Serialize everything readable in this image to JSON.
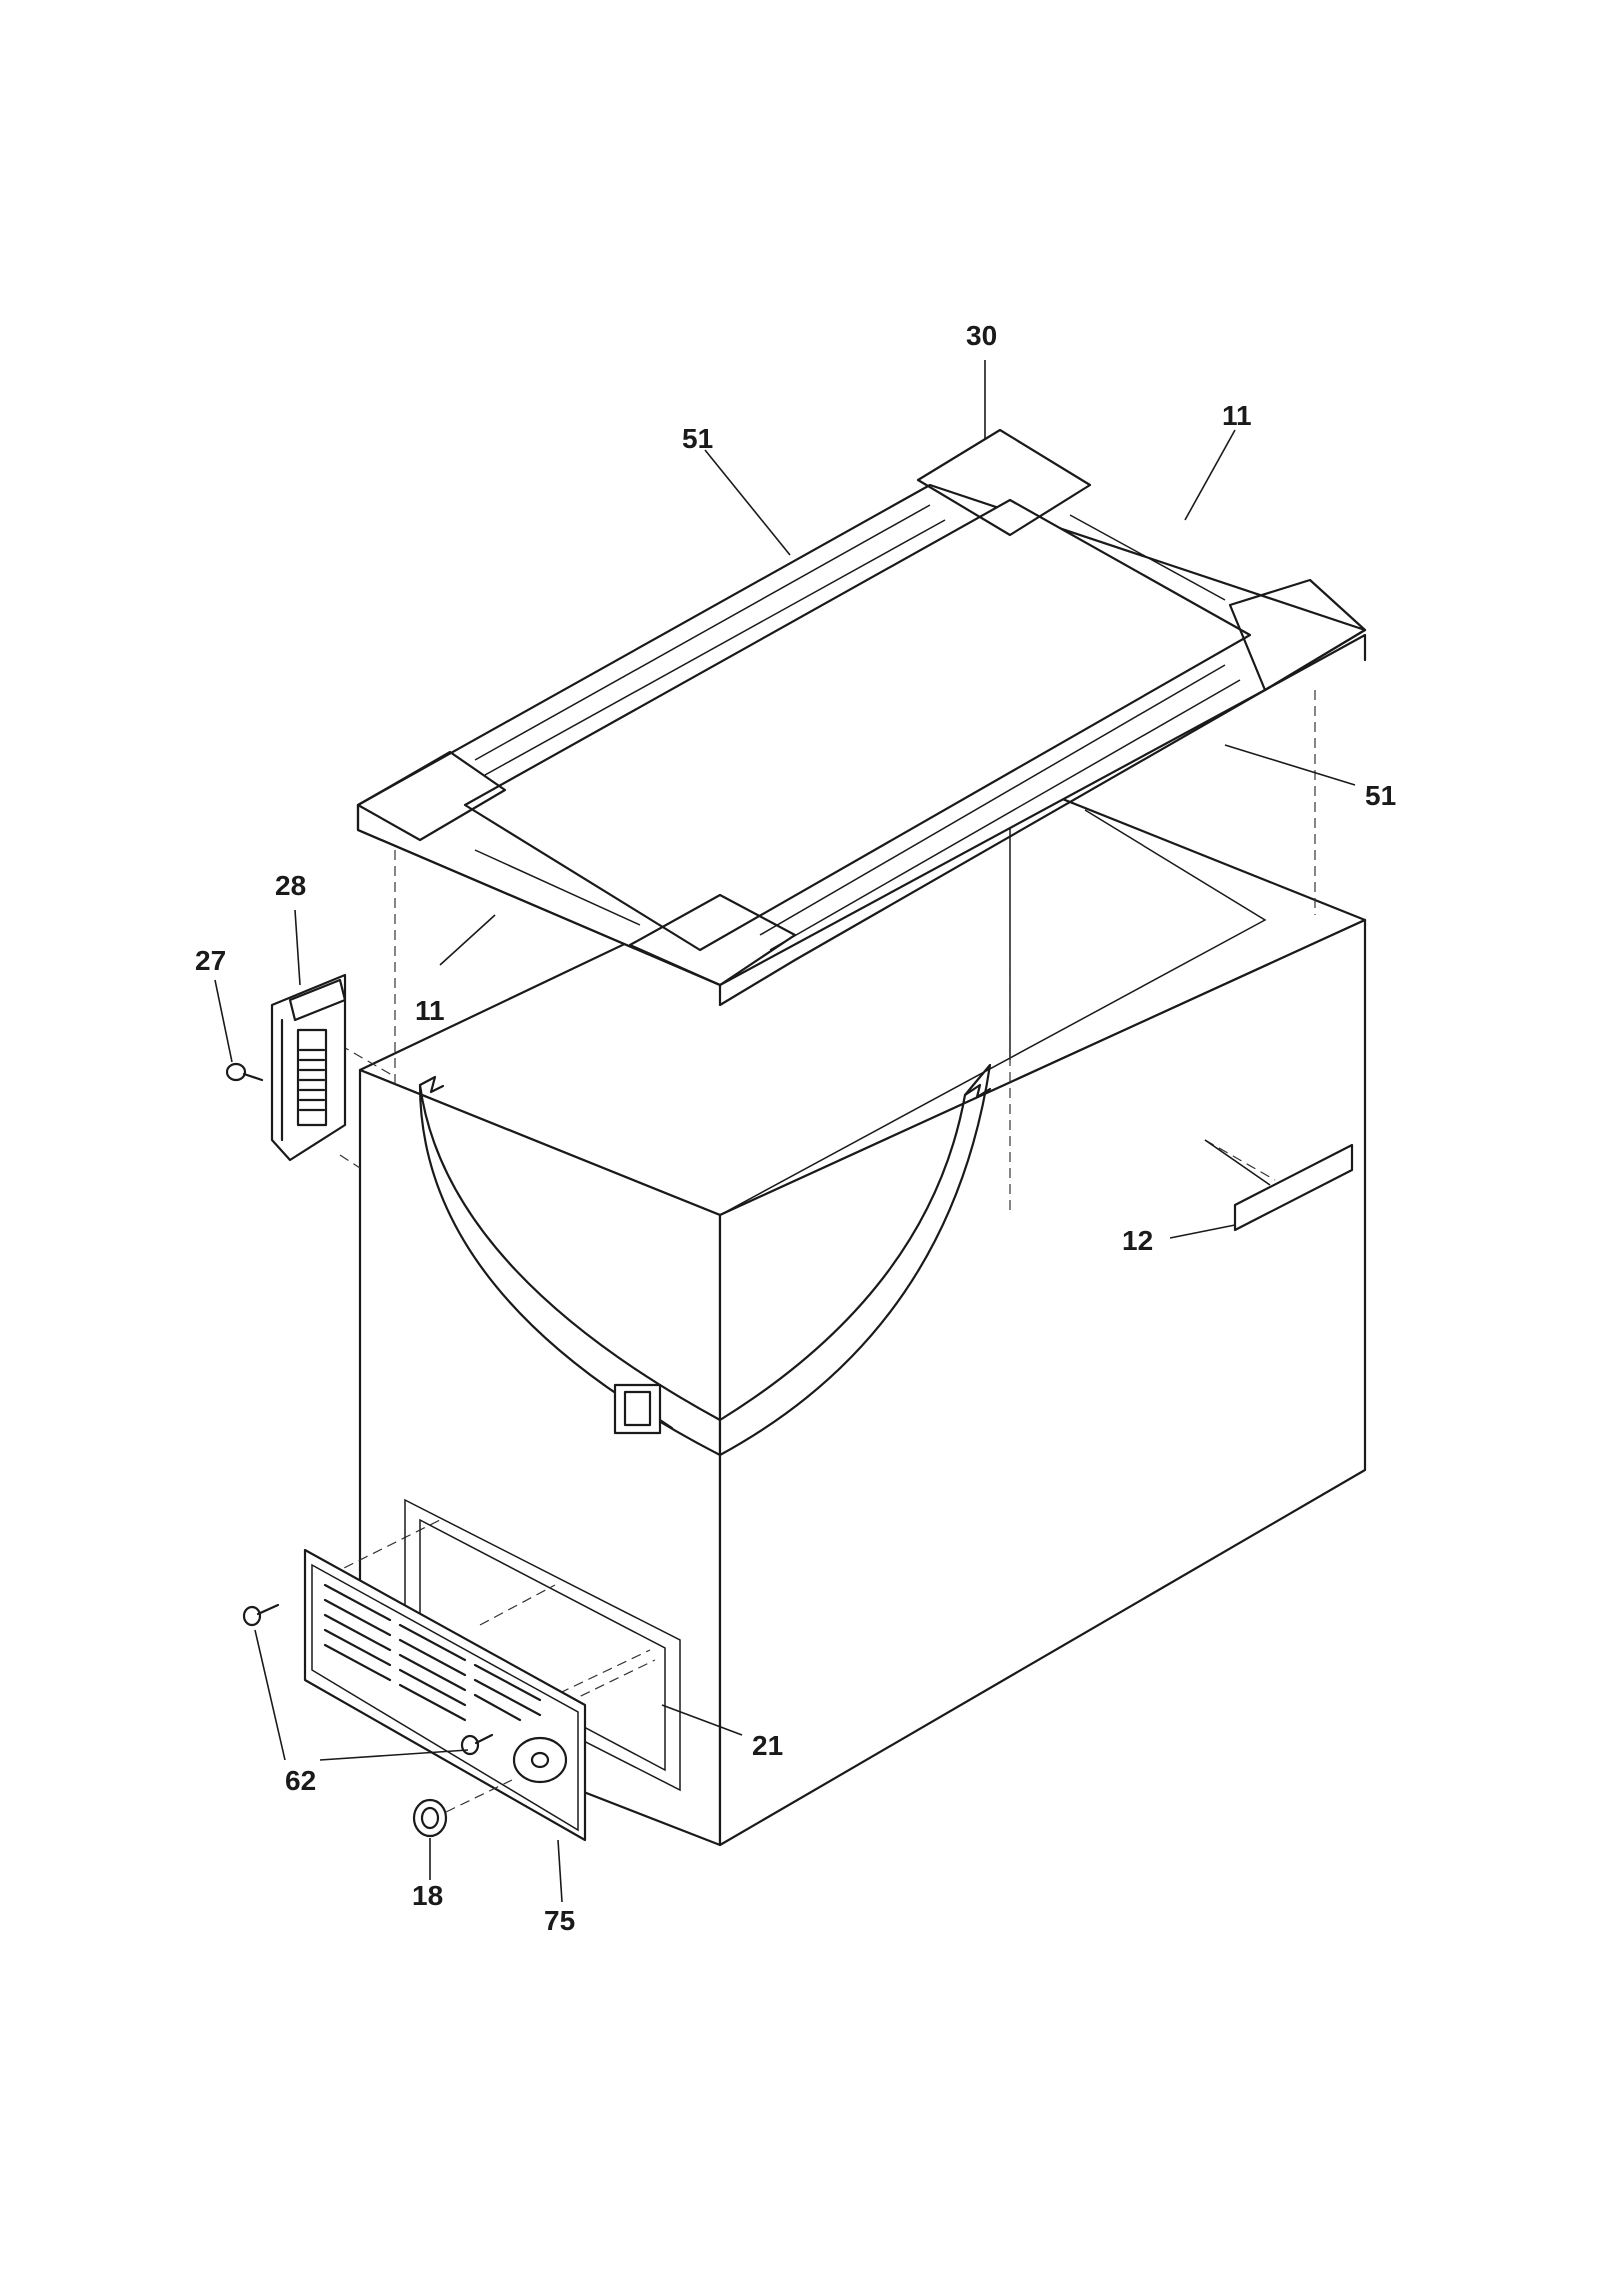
{
  "labels": {
    "p30": "30",
    "p51_top": "51",
    "p11_top": "11",
    "p51_right": "51",
    "p28": "28",
    "p27": "27",
    "p11_left": "11",
    "p12": "12",
    "p21": "21",
    "p62": "62",
    "p18": "18",
    "p75": "75"
  }
}
